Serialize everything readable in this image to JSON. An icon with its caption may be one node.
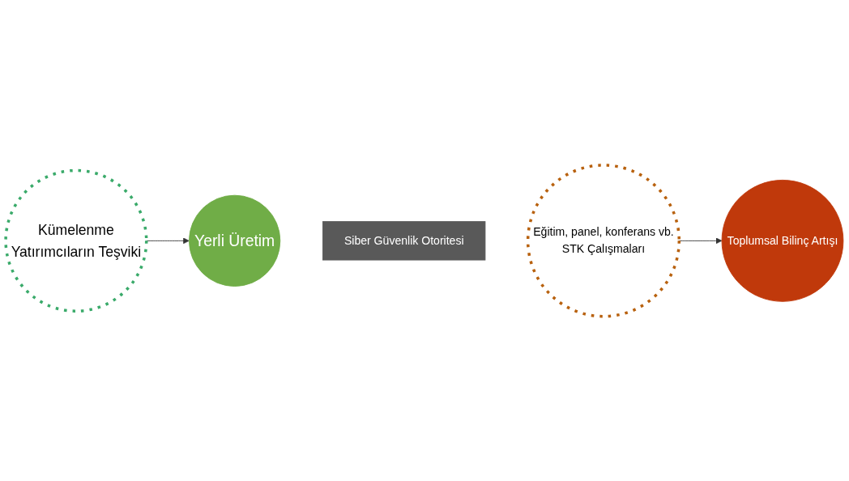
{
  "diagram": {
    "nodes": [
      {
        "text": [
          "Kümelenme",
          "Yatırımcıların Teşviki"
        ]
      },
      {
        "text": [
          "Yerli Üretim"
        ]
      },
      {
        "text": [
          "Siber Güvenlik Otoritesi"
        ]
      },
      {
        "text": [
          "Eğitim, panel, konferans vb.",
          "STK Çalışmaları"
        ]
      },
      {
        "text": [
          "Toplumsal Bilinç Artışı"
        ]
      }
    ],
    "edges": [
      {
        "from": 0,
        "to": 1,
        "arrow": "to"
      },
      {
        "from": 3,
        "to": 4,
        "arrow": "to"
      }
    ]
  }
}
